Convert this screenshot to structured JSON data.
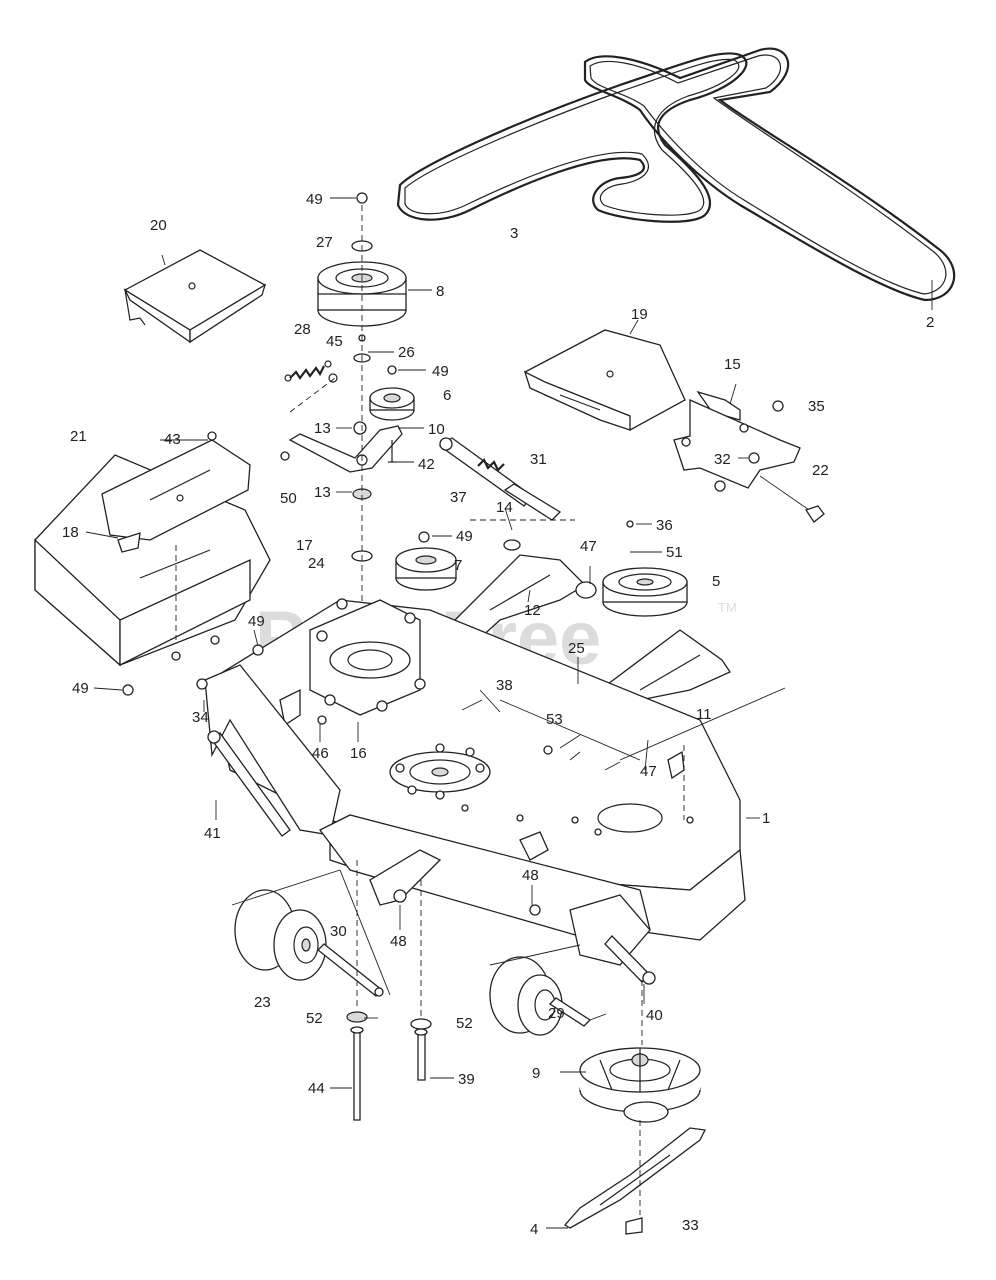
{
  "watermark": {
    "text": "PartsTree",
    "tm": "TM"
  },
  "colors": {
    "line": "#222222",
    "watermark": "#dcdcdc",
    "background": "#ffffff"
  },
  "labels": [
    {
      "id": "l1",
      "text": "1"
    },
    {
      "id": "l2",
      "text": "2"
    },
    {
      "id": "l3",
      "text": "3"
    },
    {
      "id": "l4",
      "text": "4"
    },
    {
      "id": "l5",
      "text": "5"
    },
    {
      "id": "l6",
      "text": "6"
    },
    {
      "id": "l7",
      "text": "7"
    },
    {
      "id": "l8",
      "text": "8"
    },
    {
      "id": "l9",
      "text": "9"
    },
    {
      "id": "l10",
      "text": "10"
    },
    {
      "id": "l11",
      "text": "11"
    },
    {
      "id": "l12",
      "text": "12"
    },
    {
      "id": "l13a",
      "text": "13"
    },
    {
      "id": "l13b",
      "text": "13"
    },
    {
      "id": "l14",
      "text": "14"
    },
    {
      "id": "l15",
      "text": "15"
    },
    {
      "id": "l16",
      "text": "16"
    },
    {
      "id": "l17",
      "text": "17"
    },
    {
      "id": "l18",
      "text": "18"
    },
    {
      "id": "l19",
      "text": "19"
    },
    {
      "id": "l20",
      "text": "20"
    },
    {
      "id": "l21",
      "text": "21"
    },
    {
      "id": "l22",
      "text": "22"
    },
    {
      "id": "l23",
      "text": "23"
    },
    {
      "id": "l24",
      "text": "24"
    },
    {
      "id": "l25",
      "text": "25"
    },
    {
      "id": "l26",
      "text": "26"
    },
    {
      "id": "l27",
      "text": "27"
    },
    {
      "id": "l28",
      "text": "28"
    },
    {
      "id": "l29",
      "text": "29"
    },
    {
      "id": "l30",
      "text": "30"
    },
    {
      "id": "l31",
      "text": "31"
    },
    {
      "id": "l32",
      "text": "32"
    },
    {
      "id": "l33",
      "text": "33"
    },
    {
      "id": "l34",
      "text": "34"
    },
    {
      "id": "l35",
      "text": "35"
    },
    {
      "id": "l36",
      "text": "36"
    },
    {
      "id": "l37",
      "text": "37"
    },
    {
      "id": "l38",
      "text": "38"
    },
    {
      "id": "l39",
      "text": "39"
    },
    {
      "id": "l40",
      "text": "40"
    },
    {
      "id": "l41",
      "text": "41"
    },
    {
      "id": "l42",
      "text": "42"
    },
    {
      "id": "l43",
      "text": "43"
    },
    {
      "id": "l44",
      "text": "44"
    },
    {
      "id": "l45",
      "text": "45"
    },
    {
      "id": "l46",
      "text": "46"
    },
    {
      "id": "l47a",
      "text": "47"
    },
    {
      "id": "l47b",
      "text": "47"
    },
    {
      "id": "l48a",
      "text": "48"
    },
    {
      "id": "l48b",
      "text": "48"
    },
    {
      "id": "l49a",
      "text": "49"
    },
    {
      "id": "l49b",
      "text": "49"
    },
    {
      "id": "l49c",
      "text": "49"
    },
    {
      "id": "l49d",
      "text": "49"
    },
    {
      "id": "l49e",
      "text": "49"
    },
    {
      "id": "l50",
      "text": "50"
    },
    {
      "id": "l51",
      "text": "51"
    },
    {
      "id": "l52a",
      "text": "52"
    },
    {
      "id": "l52b",
      "text": "52"
    },
    {
      "id": "l53",
      "text": "53"
    }
  ]
}
